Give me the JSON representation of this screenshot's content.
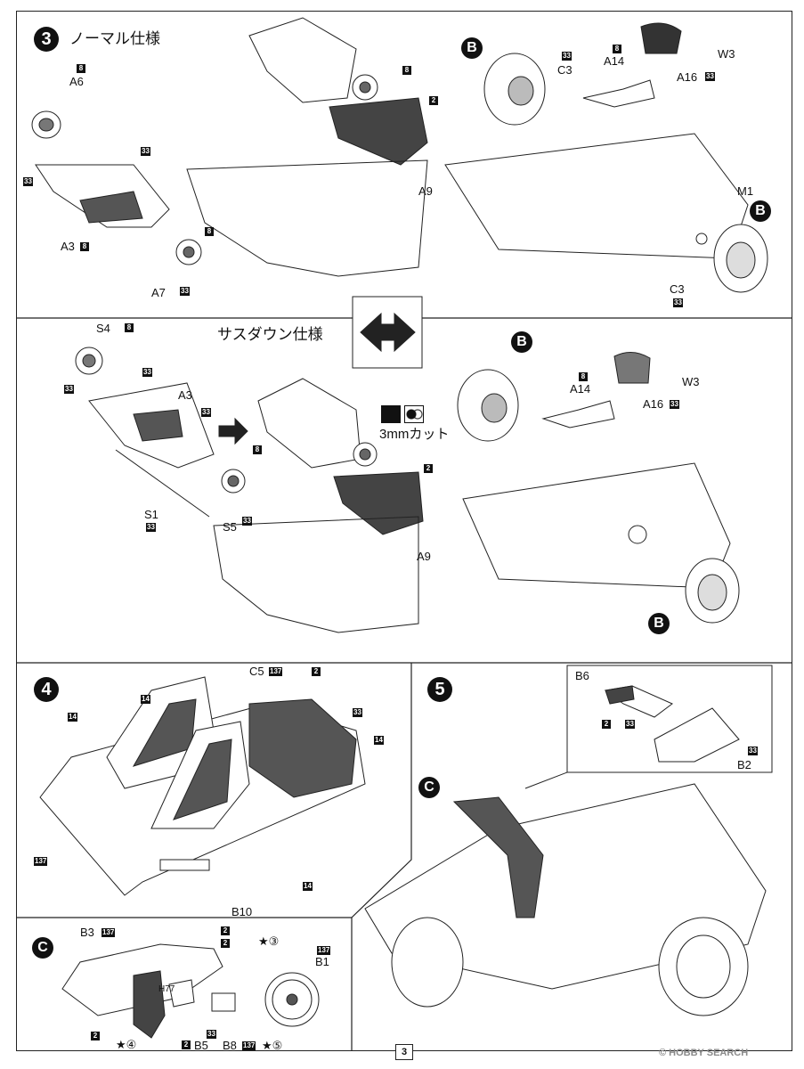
{
  "page_number": "3",
  "watermark": "© HOBBY SEARCH",
  "steps": {
    "s3": {
      "number": "3",
      "normal_title": "ノーマル仕様",
      "lowered_title": "サスダウン仕様",
      "cut_text": "3mmカット",
      "labels": {
        "A6": "A6",
        "A3": "A3",
        "A7": "A7",
        "A9": "A9",
        "A14": "A14",
        "A16": "A16",
        "C3": "C3",
        "W3": "W3",
        "M1": "M1",
        "S4": "S4",
        "S1": "S1",
        "S5": "S5",
        "B": "B"
      }
    },
    "s4": {
      "number": "4",
      "labels": {
        "C5": "C5",
        "B10": "B10"
      }
    },
    "s5": {
      "number": "5",
      "labels": {
        "B6": "B6",
        "B2": "B2",
        "C": "C"
      }
    },
    "sC": {
      "number": "C",
      "labels": {
        "B3": "B3",
        "B1": "B1",
        "B5": "B5",
        "B8": "B8",
        "H77": "H77",
        "star3": "★③",
        "star4": "★④",
        "star5": "★⑤"
      }
    }
  },
  "paint": {
    "p2": "2",
    "p8": "8",
    "p14": "14",
    "p33": "33",
    "p137": "137"
  }
}
